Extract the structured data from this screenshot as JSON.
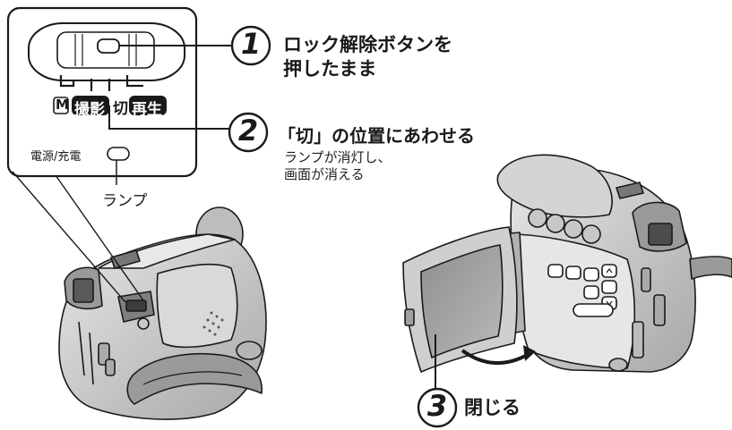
{
  "panel": {
    "mode_m": "M",
    "mode_record": "撮影",
    "mode_off": "切",
    "mode_play": "再生",
    "power_label": "電源/充電",
    "lamp_label": "ランプ"
  },
  "steps": [
    {
      "number": "1",
      "title_line1": "ロック解除ボタンを",
      "title_line2": "押したまま"
    },
    {
      "number": "2",
      "title": "「切」の位置にあわせる",
      "sub_line1": "ランプが消灯し、",
      "sub_line2": "画面が消える"
    },
    {
      "number": "3",
      "title": "閉じる"
    }
  ],
  "colors": {
    "outline": "#1a1a1a",
    "camera_fill": "#cfcfcf",
    "camera_shade": "#9c9c9c",
    "panel_fill": "#ffffff",
    "badge_fill": "#1a1a1a",
    "badge_text": "#ffffff"
  }
}
